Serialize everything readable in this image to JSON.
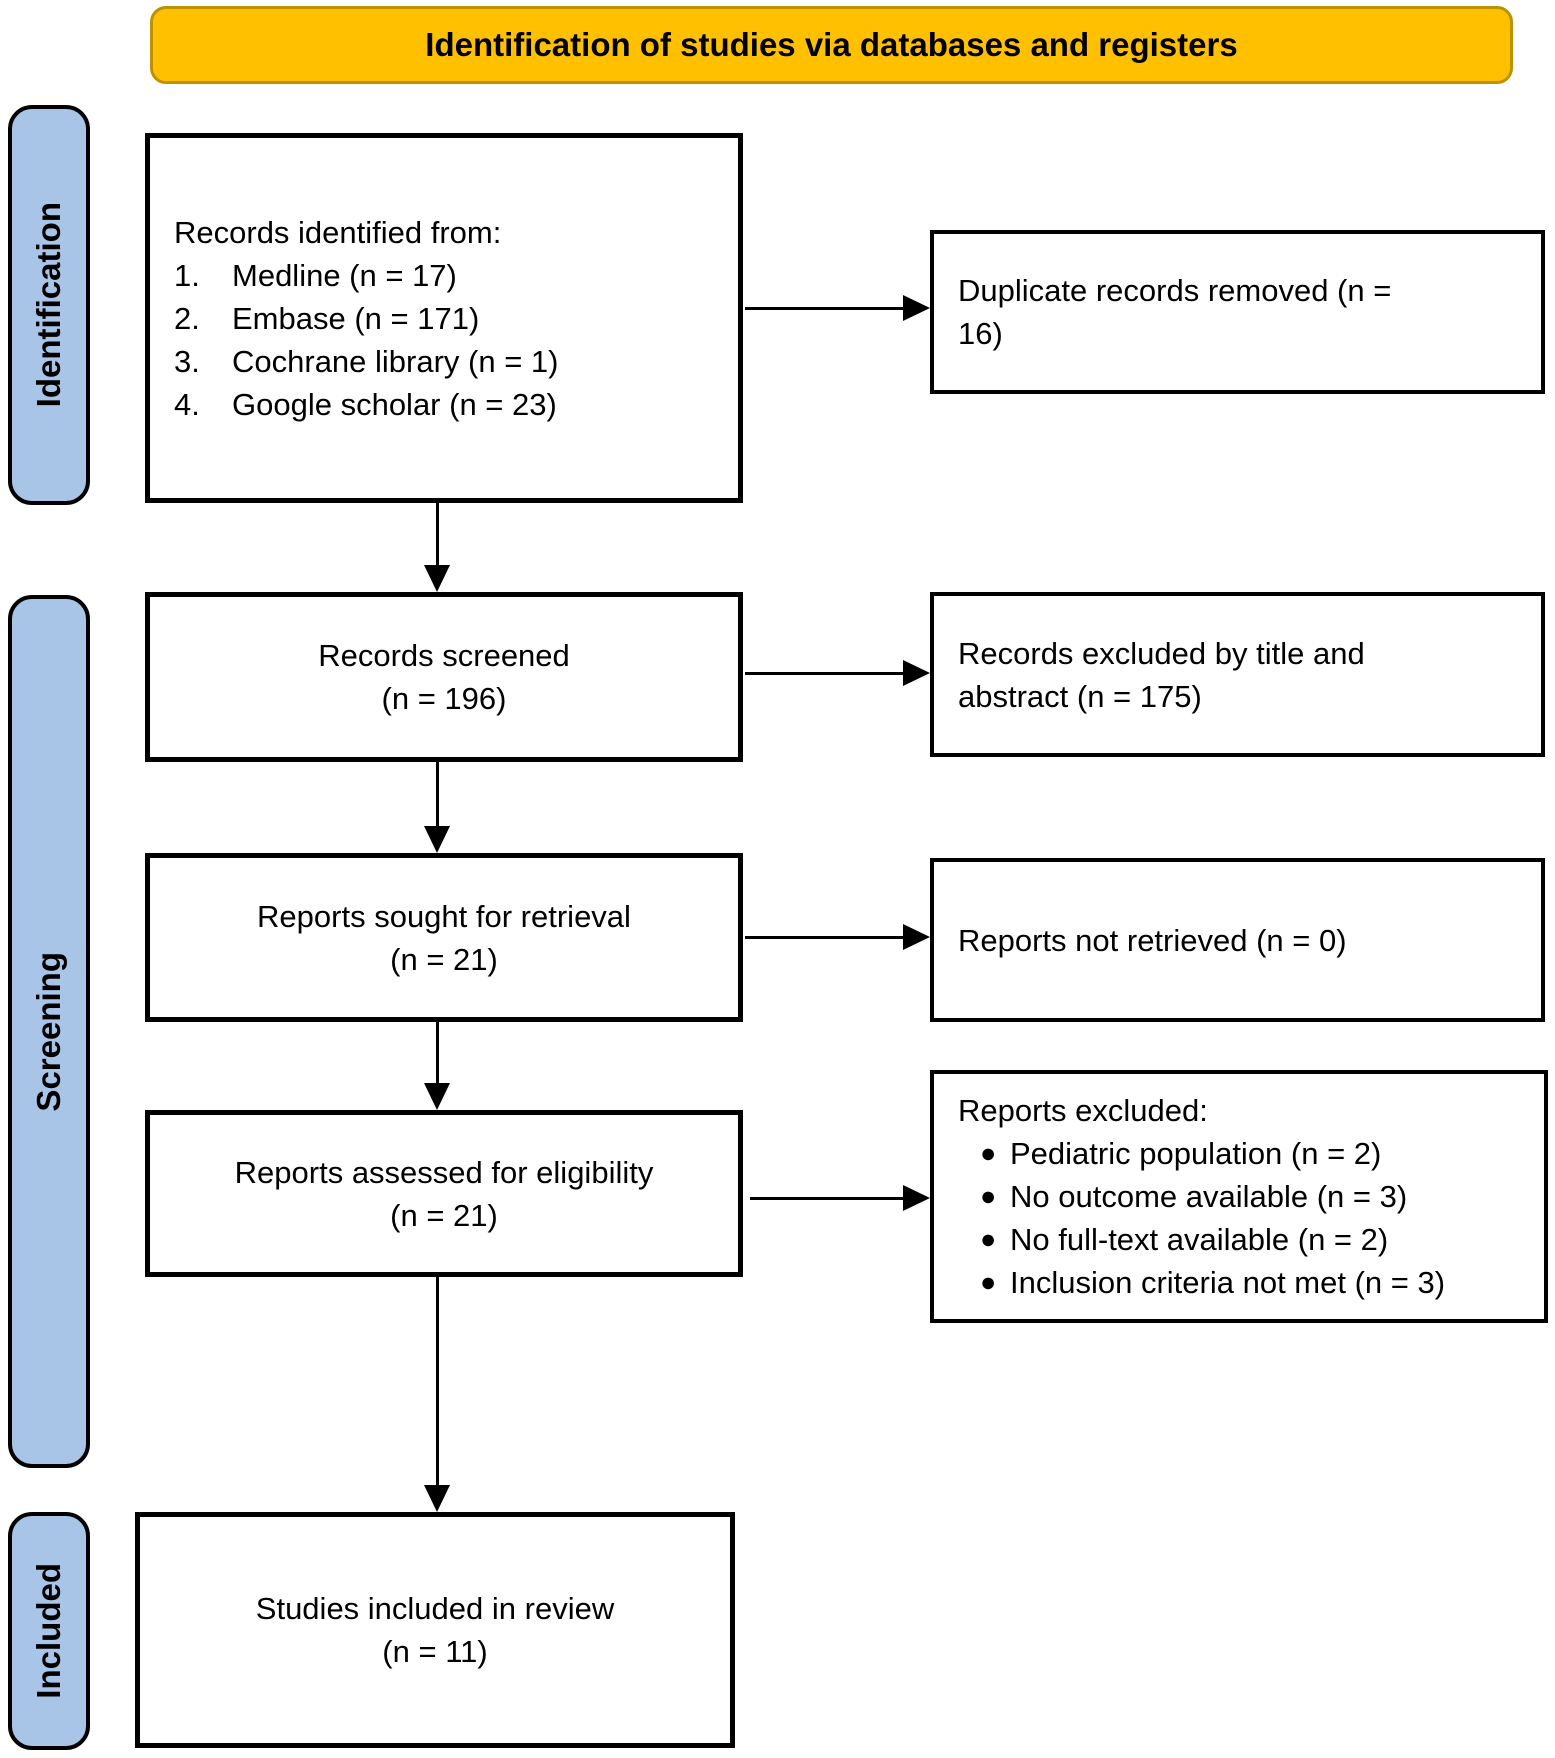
{
  "banner": {
    "title": "Identification of studies via databases and registers"
  },
  "colors": {
    "banner_fill": "#FFC000",
    "banner_border": "#BF9000",
    "stage_fill": "#A8C5E8",
    "box_border": "#000000"
  },
  "stages": {
    "identification": "Identification",
    "screening": "Screening",
    "included": "Included"
  },
  "icons": {
    "bullet": "●"
  },
  "boxes": {
    "records_identified": {
      "heading": "Records identified from:",
      "items": [
        {
          "num": "1.",
          "text": "Medline (n = 17)"
        },
        {
          "num": "2.",
          "text": "Embase (n = 171)"
        },
        {
          "num": "3.",
          "text": "Cochrane library (n = 1)"
        },
        {
          "num": "4.",
          "text": "Google scholar (n = 23)"
        }
      ]
    },
    "duplicates_removed": {
      "text": "Duplicate records removed (n = 16)"
    },
    "records_screened": {
      "line1": "Records screened",
      "line2": "(n = 196)"
    },
    "records_excluded": {
      "text": "Records excluded by title and abstract (n = 175)"
    },
    "reports_sought": {
      "line1": "Reports sought for retrieval",
      "line2": "(n = 21)"
    },
    "reports_not_retrieved": {
      "text": "Reports not retrieved (n = 0)"
    },
    "reports_assessed": {
      "line1": "Reports assessed for eligibility",
      "line2": "(n = 21)"
    },
    "reports_excluded": {
      "heading": "Reports excluded:",
      "items": [
        "Pediatric population (n = 2)",
        "No outcome available (n = 3)",
        "No full-text available (n = 2)",
        "Inclusion criteria not met (n = 3)"
      ]
    },
    "studies_included": {
      "line1": "Studies included in review",
      "line2": "(n = 11)"
    }
  }
}
